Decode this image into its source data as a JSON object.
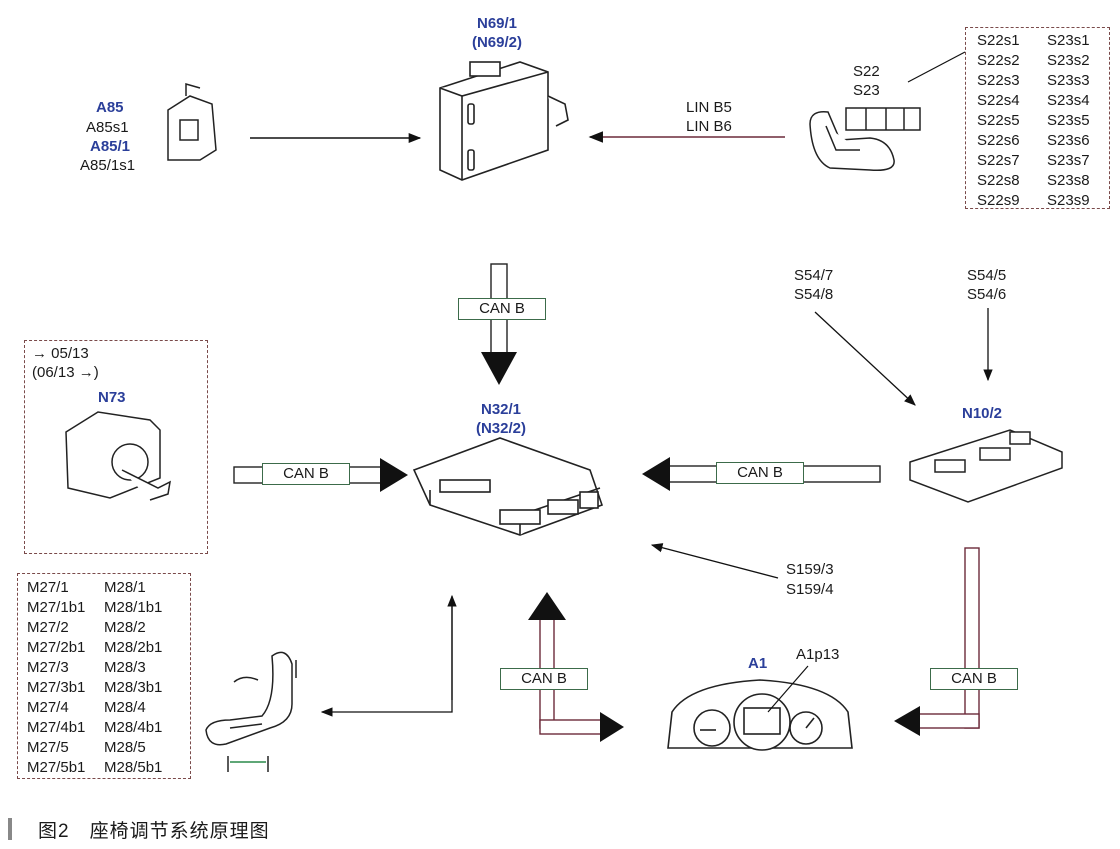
{
  "modules": {
    "n69": {
      "label1": "N69/1",
      "label2": "(N69/2)"
    },
    "a85": {
      "l1": "A85",
      "l2": "A85s1",
      "l3": "A85/1",
      "l4": "A85/1s1"
    },
    "s22": {
      "l1": "S22",
      "l2": "S23"
    },
    "lin": {
      "l1": "LIN B5",
      "l2": "LIN B6"
    },
    "n32": {
      "label1": "N32/1",
      "label2": "(N32/2)"
    },
    "n73": {
      "date1": "→ 05/13",
      "date2": "(06/13 →)",
      "label": "N73"
    },
    "n10": {
      "label": "N10/2"
    },
    "s54a": {
      "l1": "S54/7",
      "l2": "S54/8"
    },
    "s54b": {
      "l1": "S54/5",
      "l2": "S54/6"
    },
    "s159": {
      "l1": "S159/3",
      "l2": "S159/4"
    },
    "a1": {
      "label": "A1",
      "sub": "A1p13"
    }
  },
  "switches": {
    "col1": [
      "S22s1",
      "S22s2",
      "S22s3",
      "S22s4",
      "S22s5",
      "S22s6",
      "S22s7",
      "S22s8",
      "S22s9"
    ],
    "col2": [
      "S23s1",
      "S23s2",
      "S23s3",
      "S23s4",
      "S23s5",
      "S23s6",
      "S23s7",
      "S23s8",
      "S23s9"
    ]
  },
  "motors": {
    "col1": [
      "M27/1",
      "M27/1b1",
      "M27/2",
      "M27/2b1",
      "M27/3",
      "M27/3b1",
      "M27/4",
      "M27/4b1",
      "M27/5",
      "M27/5b1"
    ],
    "col2": [
      "M28/1",
      "M28/1b1",
      "M28/2",
      "M28/2b1",
      "M28/3",
      "M28/3b1",
      "M28/4",
      "M28/4b1",
      "M28/5",
      "M28/5b1"
    ]
  },
  "can": {
    "top": "CAN B",
    "left": "CAN B",
    "right": "CAN B",
    "bottom_left": "CAN B",
    "bottom_right": "CAN B"
  },
  "caption": "图2　座椅调节系统原理图",
  "colors": {
    "label_blue": "#2b3f9a",
    "can_green": "#3c6b4a",
    "arrow_maroon": "#6b2a3a",
    "dashed": "#7a4a4a"
  }
}
